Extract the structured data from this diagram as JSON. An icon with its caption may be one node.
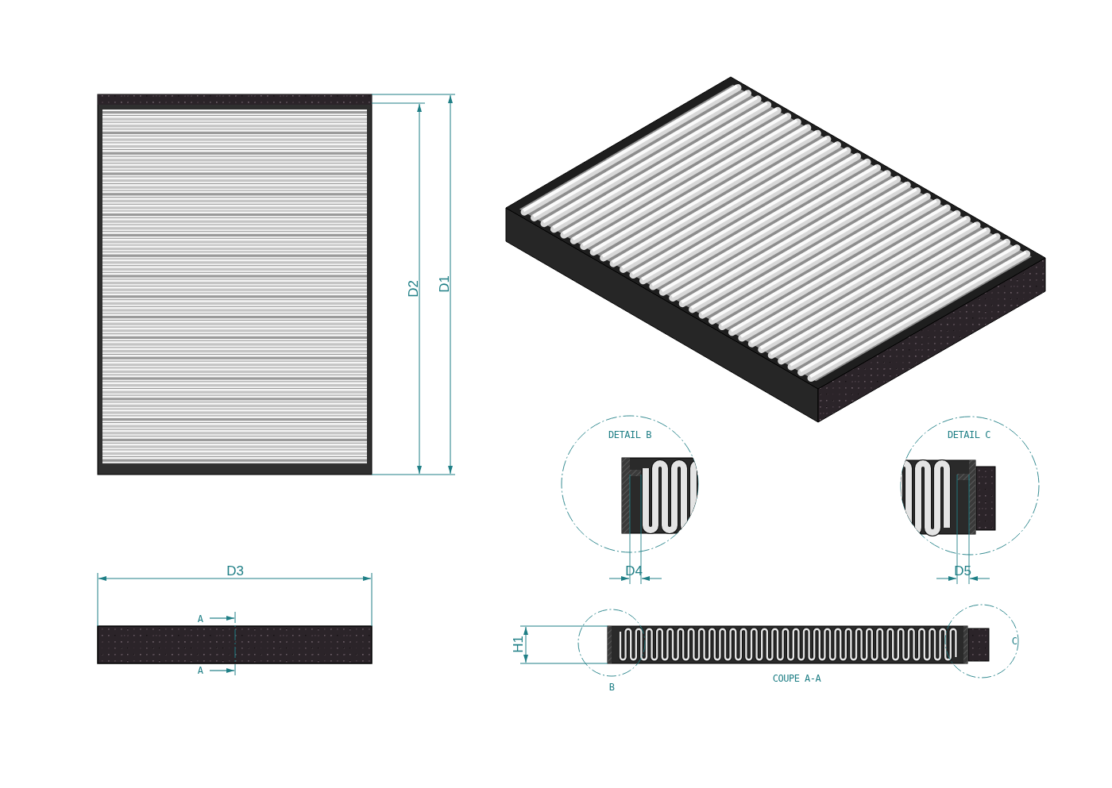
{
  "diagram": {
    "labels": [
      "D2",
      "D1",
      "DETAIL B",
      "DETAIL C",
      "D3",
      "D4",
      "D5",
      "A",
      "H1",
      "C",
      "A",
      "COUPE A-A",
      "B"
    ]
  }
}
